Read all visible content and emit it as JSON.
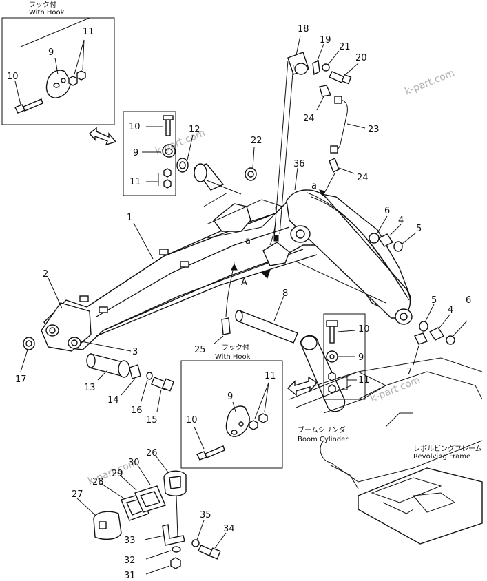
{
  "top_inset": {
    "jp": "フック付",
    "en": "With Hook"
  },
  "mid_inset": {
    "jp": "フック付",
    "en": "With Hook"
  },
  "boom_cylinder": {
    "jp": "ブームシリンダ",
    "en": "Boom Cylinder"
  },
  "revolving_frame": {
    "jp": "レボルビングフレーム",
    "en": "Revolving Frame"
  },
  "view_label": "A",
  "detail_label": "a",
  "watermarks": [
    "k-part.com",
    "k-part.com",
    "k-part.com",
    "k-part.com"
  ],
  "callouts": {
    "c1": "1",
    "c2": "2",
    "c3": "3",
    "c4a": "4",
    "c4b": "4",
    "c5a": "5",
    "c5b": "5",
    "c6a": "6",
    "c6b": "6",
    "c7": "7",
    "c8": "8",
    "c9a": "9",
    "c9b": "9",
    "c9c": "9",
    "c9d": "9",
    "c10a": "10",
    "c10b": "10",
    "c10c": "10",
    "c10d": "10",
    "c11a": "11",
    "c11b": "11",
    "c11c": "11",
    "c11d": "11",
    "c12": "12",
    "c13": "13",
    "c14": "14",
    "c15": "15",
    "c16": "16",
    "c17": "17",
    "c18": "18",
    "c19": "19",
    "c20": "20",
    "c21": "21",
    "c22": "22",
    "c23": "23",
    "c24a": "24",
    "c24b": "24",
    "c25": "25",
    "c26": "26",
    "c27": "27",
    "c28": "28",
    "c29": "29",
    "c30": "30",
    "c31": "31",
    "c32": "32",
    "c33": "33",
    "c34": "34",
    "c35": "35",
    "c36": "36"
  }
}
